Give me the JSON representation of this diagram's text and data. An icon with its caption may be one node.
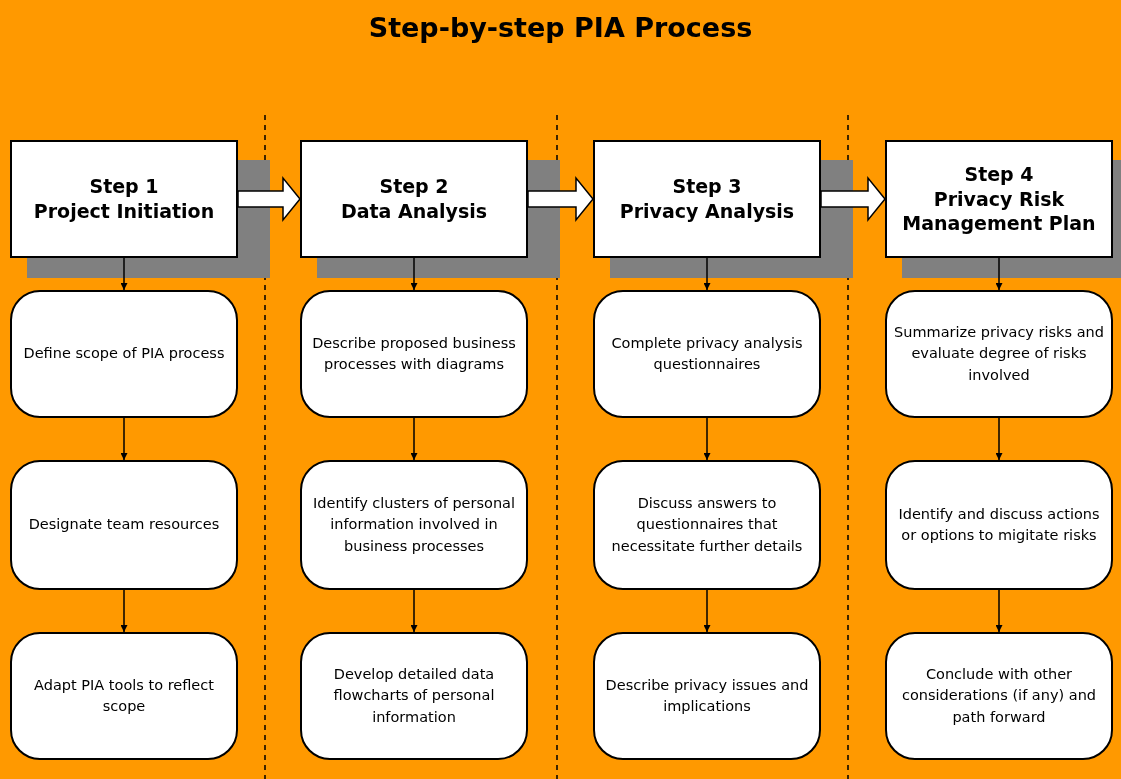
{
  "diagram": {
    "title": "Step-by-step PIA Process",
    "nodes": [
      {
        "text": [
          "Step 1",
          "Project Initiation"
        ]
      },
      {
        "text": [
          "Define scope of PIA process"
        ]
      },
      {
        "text": [
          "Designate team resources"
        ]
      },
      {
        "text": [
          "Adapt PIA tools to reflect scope"
        ]
      },
      {
        "text": [
          "Step 2",
          "Data Analysis"
        ]
      },
      {
        "text": [
          "Describe proposed business processes with diagrams"
        ]
      },
      {
        "text": [
          "Identify clusters of personal information involved in business processes"
        ]
      },
      {
        "text": [
          "Develop detailed data flowcharts of personal information"
        ]
      },
      {
        "text": [
          "Step 3",
          "Privacy Analysis"
        ]
      },
      {
        "text": [
          "Complete privacy analysis questionnaires"
        ]
      },
      {
        "text": [
          "Discuss answers to questionnaires that necessitate further details"
        ]
      },
      {
        "text": [
          "Describe privacy issues and implications"
        ]
      },
      {
        "text": [
          "Step 4",
          "Privacy Risk Management Plan"
        ]
      },
      {
        "text": [
          "Summarize privacy risks and evaluate degree of risks involved"
        ]
      },
      {
        "text": [
          "Identify and discuss actions or options to migitate risks"
        ]
      },
      {
        "text": [
          "Conclude with other considerations (if any) and path forward"
        ]
      }
    ],
    "edges": [
      {
        "from": 0,
        "to": 4,
        "arrow": "to",
        "style": "thick"
      },
      {
        "from": 4,
        "to": 8,
        "arrow": "to",
        "style": "thick"
      },
      {
        "from": 8,
        "to": 12,
        "arrow": "to",
        "style": "thick"
      },
      {
        "from": 0,
        "to": 1,
        "arrow": "to"
      },
      {
        "from": 1,
        "to": 2,
        "arrow": "to"
      },
      {
        "from": 2,
        "to": 3,
        "arrow": "to"
      },
      {
        "from": 4,
        "to": 5,
        "arrow": "to"
      },
      {
        "from": 5,
        "to": 6,
        "arrow": "to"
      },
      {
        "from": 6,
        "to": 7,
        "arrow": "to"
      },
      {
        "from": 8,
        "to": 9,
        "arrow": "to"
      },
      {
        "from": 9,
        "to": 10,
        "arrow": "to"
      },
      {
        "from": 10,
        "to": 11,
        "arrow": "to"
      },
      {
        "from": 12,
        "to": 13,
        "arrow": "to"
      },
      {
        "from": 13,
        "to": 14,
        "arrow": "to"
      },
      {
        "from": 14,
        "to": 15,
        "arrow": "to"
      }
    ]
  }
}
